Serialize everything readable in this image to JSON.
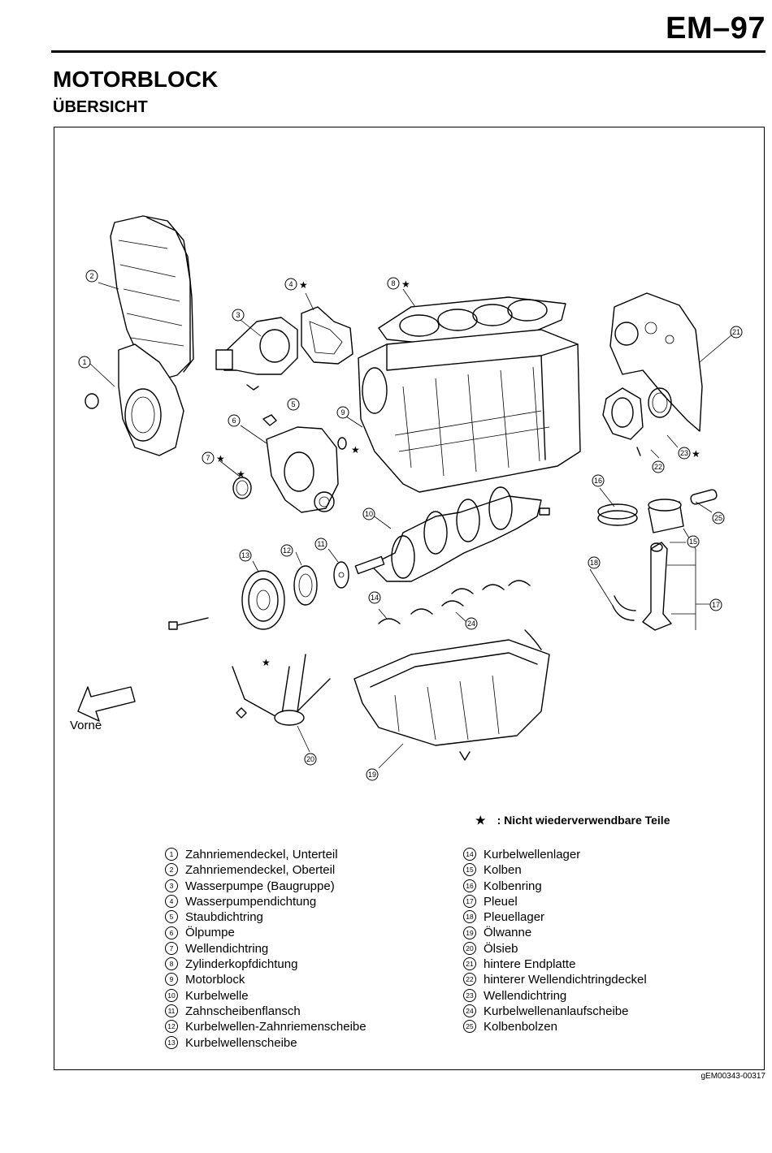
{
  "header": {
    "page_number": "EM–97",
    "title": "MOTORBLOCK",
    "subtitle": "ÜBERSICHT"
  },
  "diagram": {
    "front_label": "Vorne",
    "star_legend": {
      "symbol": "★",
      "text": ": Nicht wiederverwendbare Teile"
    },
    "callouts": {
      "c1": "1",
      "c2": "2",
      "c3": "3",
      "c4": "4",
      "c5": "5",
      "c6": "6",
      "c7": "7",
      "c8": "8",
      "c9": "9",
      "c10": "10",
      "c11": "11",
      "c12": "12",
      "c13": "13",
      "c14": "14",
      "c15": "15",
      "c16": "16",
      "c17": "17",
      "c18": "18",
      "c19": "19",
      "c20": "20",
      "c21": "21",
      "c22": "22",
      "c23": "23",
      "c24": "24",
      "c25": "25"
    },
    "star": "★"
  },
  "parts_left": [
    {
      "num": "1",
      "name": "Zahnriemendeckel, Unterteil"
    },
    {
      "num": "2",
      "name": "Zahnriemendeckel, Oberteil"
    },
    {
      "num": "3",
      "name": "Wasserpumpe (Baugruppe)"
    },
    {
      "num": "4",
      "name": "Wasserpumpendichtung"
    },
    {
      "num": "5",
      "name": "Staubdichtring"
    },
    {
      "num": "6",
      "name": "Ölpumpe"
    },
    {
      "num": "7",
      "name": "Wellendichtring"
    },
    {
      "num": "8",
      "name": "Zylinderkopfdichtung"
    },
    {
      "num": "9",
      "name": "Motorblock"
    },
    {
      "num": "10",
      "name": "Kurbelwelle"
    },
    {
      "num": "11",
      "name": "Zahnscheibenflansch"
    },
    {
      "num": "12",
      "name": "Kurbelwellen-Zahnriemenscheibe"
    },
    {
      "num": "13",
      "name": "Kurbelwellenscheibe"
    }
  ],
  "parts_right": [
    {
      "num": "14",
      "name": "Kurbelwellenlager"
    },
    {
      "num": "15",
      "name": "Kolben"
    },
    {
      "num": "16",
      "name": "Kolbenring"
    },
    {
      "num": "17",
      "name": "Pleuel"
    },
    {
      "num": "18",
      "name": "Pleuellager"
    },
    {
      "num": "19",
      "name": "Ölwanne"
    },
    {
      "num": "20",
      "name": "Ölsieb"
    },
    {
      "num": "21",
      "name": "hintere Endplatte"
    },
    {
      "num": "22",
      "name": "hinterer Wellendichtringdeckel"
    },
    {
      "num": "23",
      "name": "Wellendichtring"
    },
    {
      "num": "24",
      "name": "Kurbelwellenanlaufscheibe"
    },
    {
      "num": "25",
      "name": "Kolbenbolzen"
    }
  ],
  "footer": {
    "code": "gEM00343-00317"
  }
}
